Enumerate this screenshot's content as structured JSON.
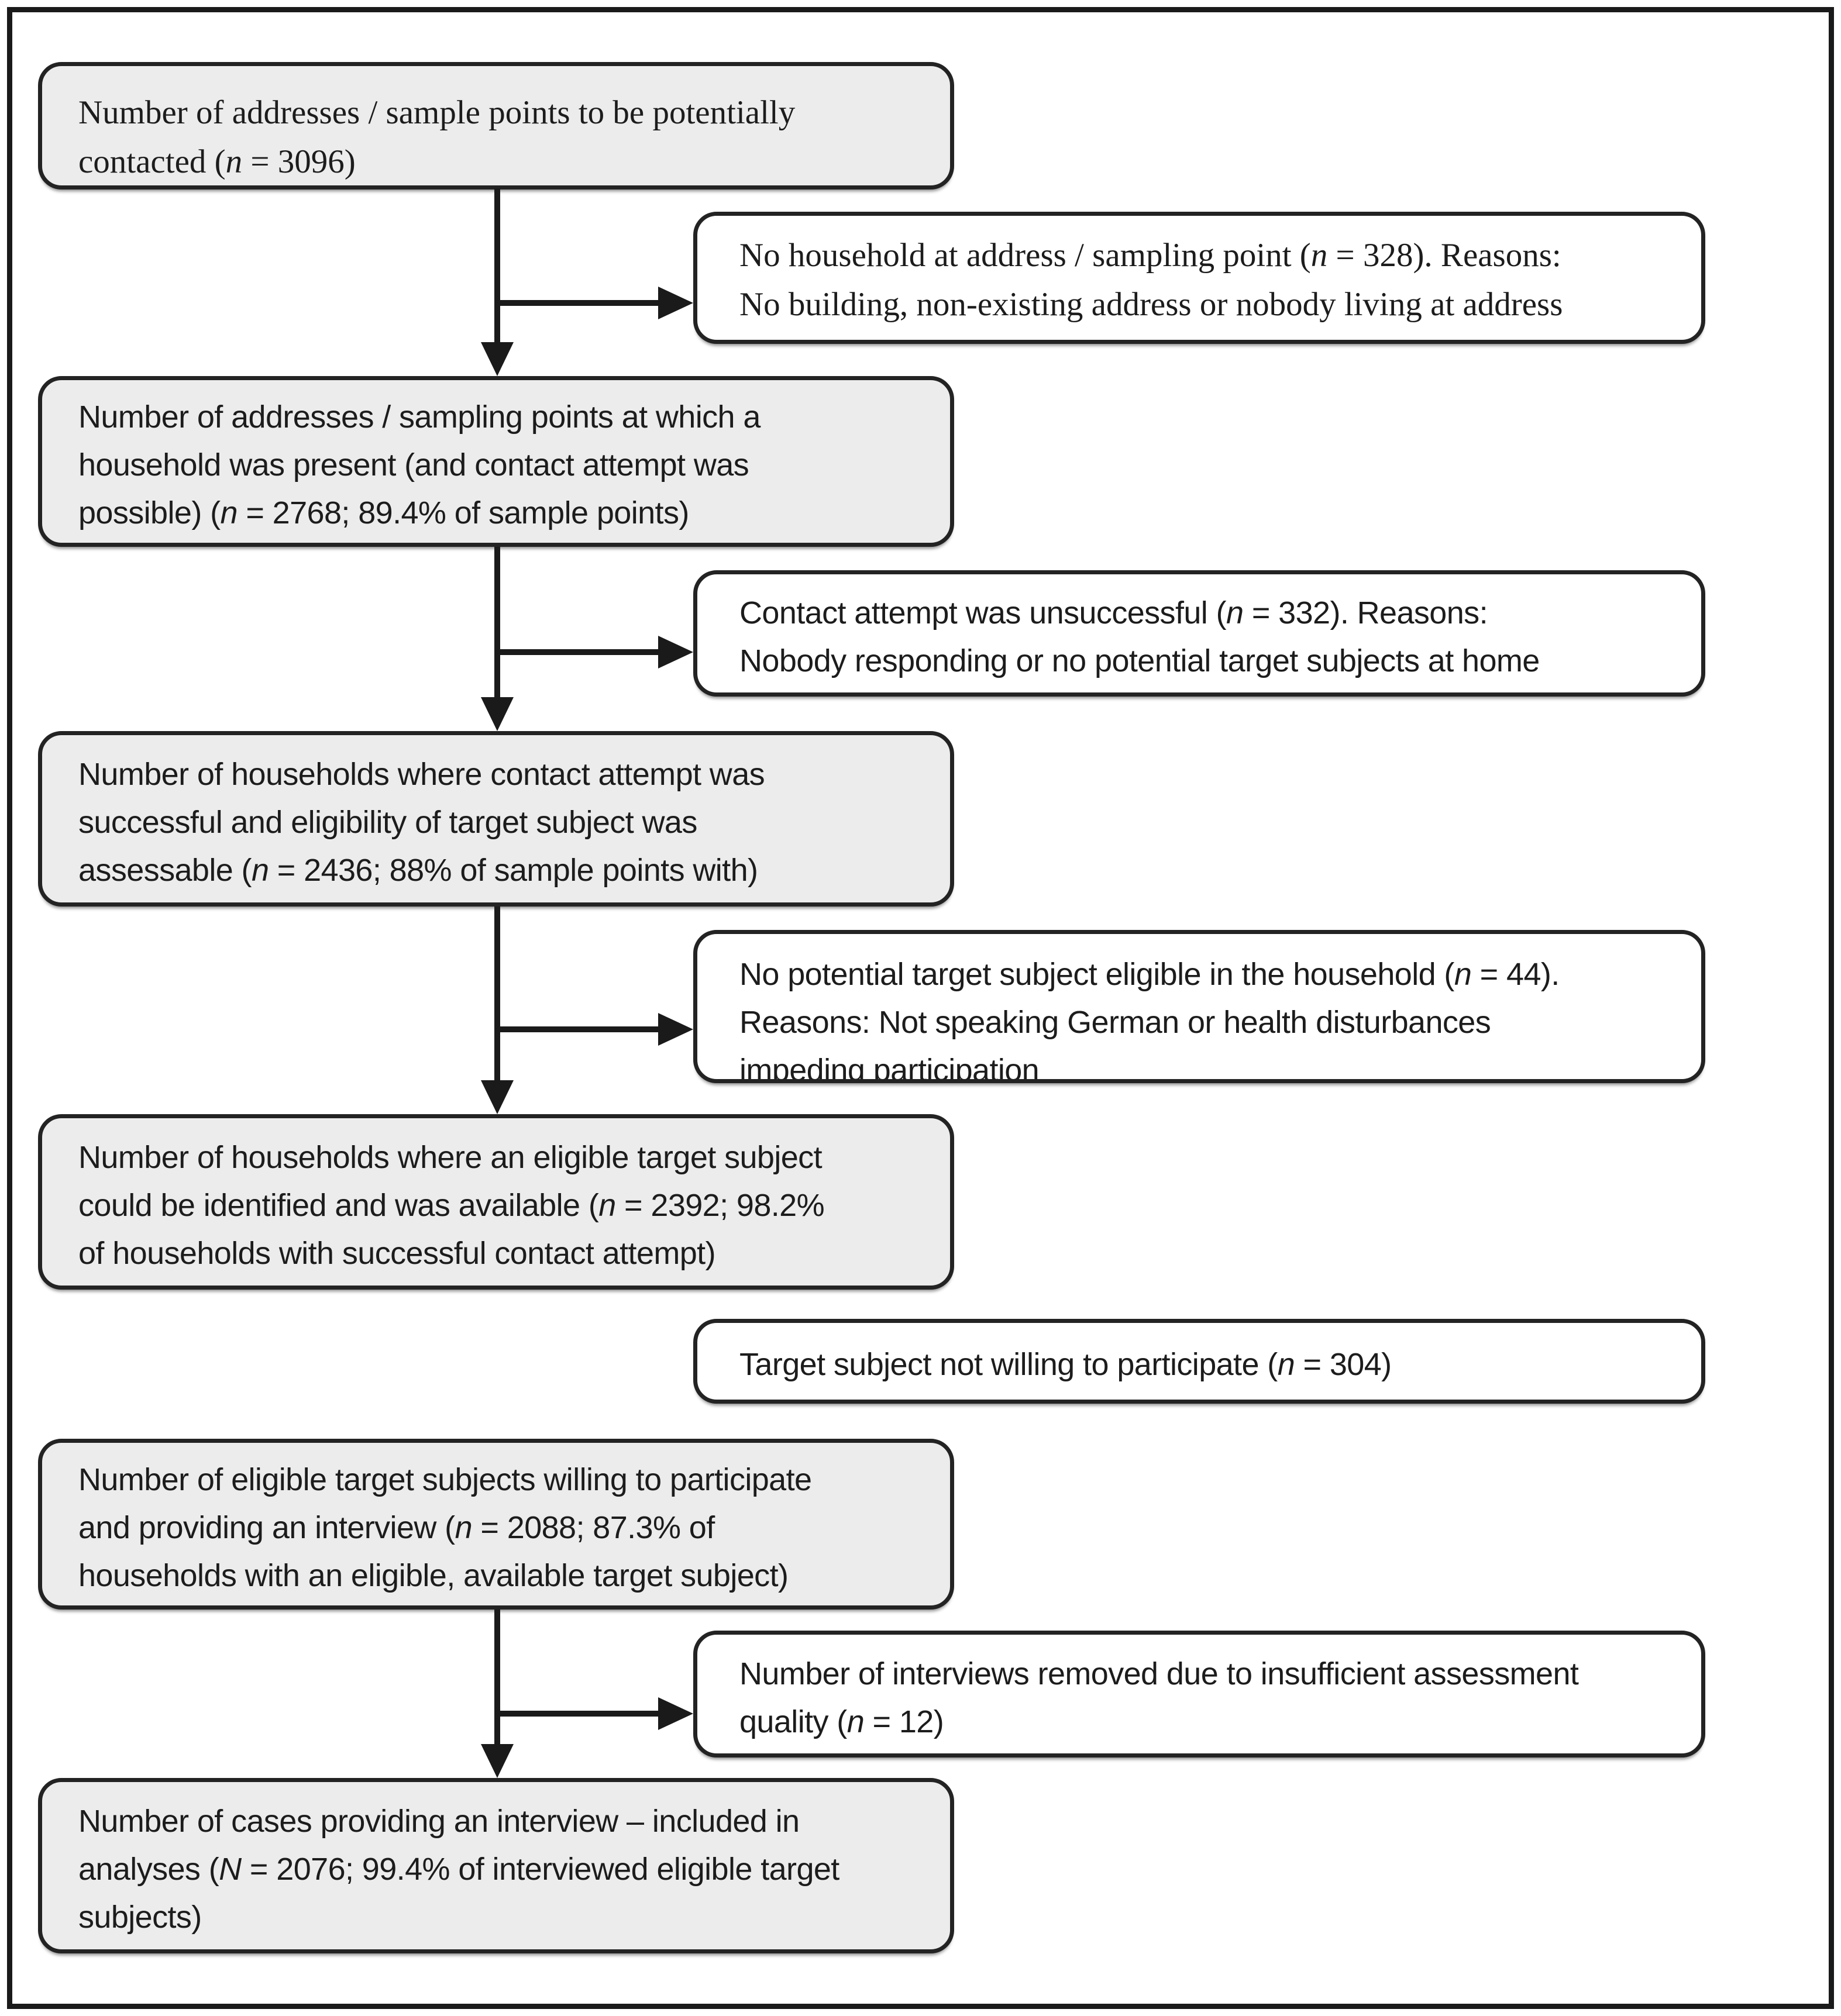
{
  "colors": {
    "page_bg": "#ffffff",
    "frame": "#1a1a1a",
    "box_border": "#232323",
    "main_box_fill": "#ececec",
    "side_box_fill": "#ffffff",
    "text": "#1c1c1c",
    "arrow": "#1a1a1a"
  },
  "flowchart": {
    "main_boxes": [
      {
        "name": "addresses-to-contact",
        "lines": [
          "Number of addresses / sample points to be potentially",
          "contacted (n = 3096)"
        ]
      },
      {
        "name": "household-present",
        "lines": [
          "Number of addresses / sampling points at which a",
          "household was present (and contact attempt was",
          "possible) (n = 2768; 89.4% of sample points)"
        ]
      },
      {
        "name": "contact-successful",
        "lines": [
          "Number of households where contact attempt was",
          "successful and eligibility of target subject was",
          "assessable (n = 2436; 88% of sample points with)"
        ]
      },
      {
        "name": "eligible-identified",
        "lines": [
          "Number of households where an eligible target subject",
          "could be identified and was available (n = 2392; 98.2%",
          "of households with successful contact attempt)"
        ]
      },
      {
        "name": "willing-to-participate",
        "lines": [
          "Number of eligible target subjects willing to participate",
          "and providing an interview (n = 2088; 87.3% of",
          "households with an eligible, available target subject)"
        ]
      },
      {
        "name": "included-in-analyses",
        "lines": [
          "Number of cases providing an interview – included in",
          "analyses (N = 2076; 99.4% of interviewed eligible target",
          "subjects)"
        ]
      }
    ],
    "side_boxes": [
      {
        "name": "no-household-at-address",
        "lines": [
          "No household at address / sampling point (n = 328). Reasons:",
          "No building, non-existing address or nobody living at address"
        ]
      },
      {
        "name": "contact-unsuccessful",
        "lines": [
          "Contact attempt was unsuccessful (n = 332). Reasons:",
          "Nobody responding or no potential target subjects at home"
        ]
      },
      {
        "name": "no-eligible-target-subject",
        "lines": [
          "No potential target subject eligible in the household (n = 44).",
          "Reasons: Not speaking German or health disturbances",
          "impeding participation"
        ]
      },
      {
        "name": "not-willing-to-participate",
        "lines": [
          "Target subject not willing to participate (n = 304)"
        ]
      },
      {
        "name": "interviews-removed",
        "lines": [
          "Number of interviews removed due to insufficient assessment",
          "quality (n = 12)"
        ]
      }
    ]
  }
}
